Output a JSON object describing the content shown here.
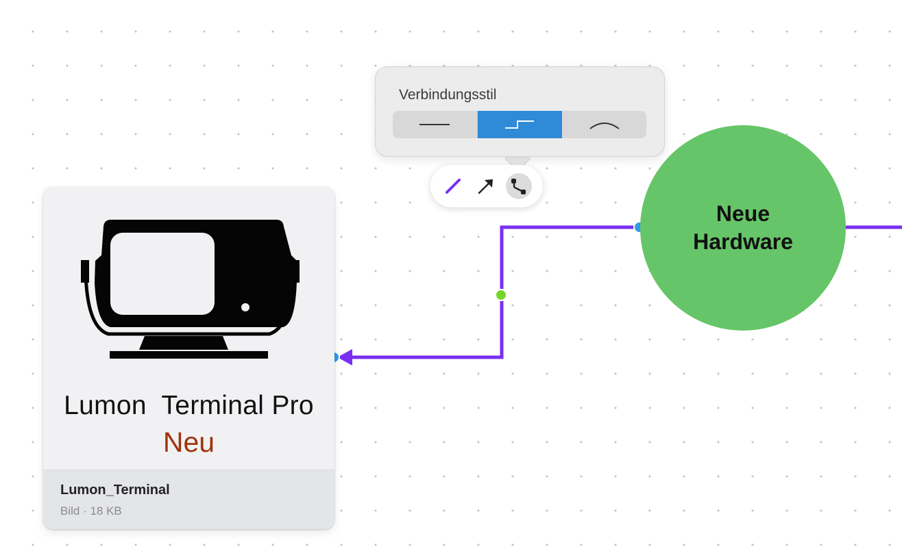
{
  "popover": {
    "title": "Verbindungsstil",
    "options": [
      {
        "name": "straight-line-icon",
        "selected": false
      },
      {
        "name": "elbow-line-icon",
        "selected": true
      },
      {
        "name": "curved-line-icon",
        "selected": false
      }
    ]
  },
  "toolbar": {
    "items": [
      {
        "name": "line-color-icon"
      },
      {
        "name": "arrow-icon"
      },
      {
        "name": "connection-style-icon",
        "selected": true
      }
    ]
  },
  "card": {
    "image_icon": "terminal-monitor-icon",
    "title": "Lumon  Terminal Pro",
    "subtitle": "Neu",
    "file_name": "Lumon_Terminal",
    "file_meta": "Bild · 18 KB"
  },
  "circle": {
    "label": "Neue Hardware"
  },
  "colors": {
    "connector": "#7a2ff0",
    "circle_fill": "#66c568",
    "subtitle": "#a0330a",
    "endpoint": "#2f9be8",
    "midpoint": "#74d62c",
    "segment_active": "#2f8ad8"
  }
}
